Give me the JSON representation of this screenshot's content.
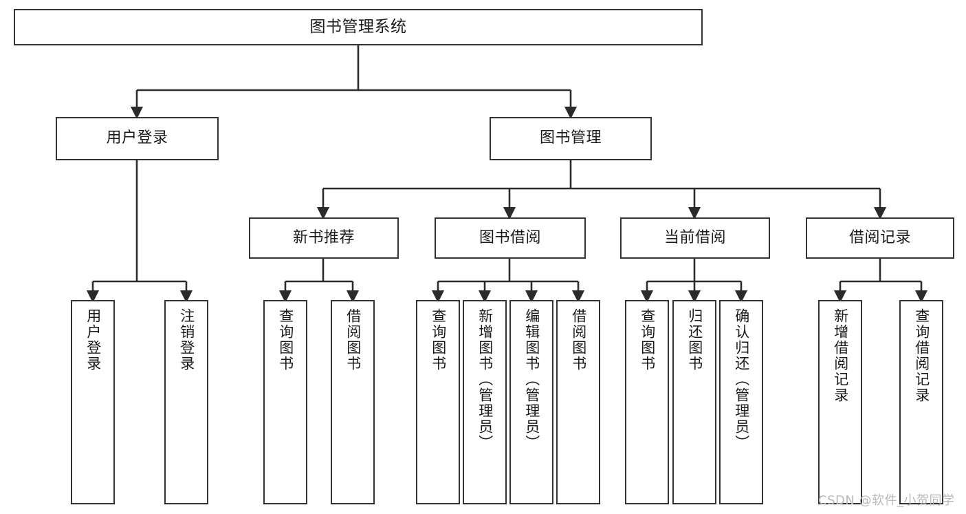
{
  "diagram": {
    "title": "图书管理系统",
    "type": "tree",
    "root": {
      "label": "图书管理系统"
    },
    "level1": [
      {
        "label": "用户登录"
      },
      {
        "label": "图书管理"
      }
    ],
    "level2": [
      {
        "label": "新书推荐"
      },
      {
        "label": "图书借阅"
      },
      {
        "label": "当前借阅"
      },
      {
        "label": "借阅记录"
      }
    ],
    "leaves": {
      "user_login": [
        {
          "label": "用户登录"
        },
        {
          "label": "注销登录"
        }
      ],
      "new_book_recommend": [
        {
          "label": "查询图书"
        },
        {
          "label": "借阅图书"
        }
      ],
      "book_borrow": [
        {
          "label": "查询图书"
        },
        {
          "label": "新增图书（管理员）"
        },
        {
          "label": "编辑图书（管理员）"
        },
        {
          "label": "借阅图书"
        }
      ],
      "current_borrow": [
        {
          "label": "查询图书"
        },
        {
          "label": "归还图书"
        },
        {
          "label": "确认归还（管理员）"
        }
      ],
      "borrow_record": [
        {
          "label": "新增借阅记录"
        },
        {
          "label": "查询借阅记录"
        }
      ]
    }
  },
  "watermark": {
    "text": "CSDN @软件_小贺同学"
  },
  "colors": {
    "background": "#ffffff",
    "box_border": "#333333",
    "box_fill": "#ffffff",
    "text": "#1a1a1a",
    "connector": "#2b2b2b",
    "watermark": "#b9b9b9"
  }
}
